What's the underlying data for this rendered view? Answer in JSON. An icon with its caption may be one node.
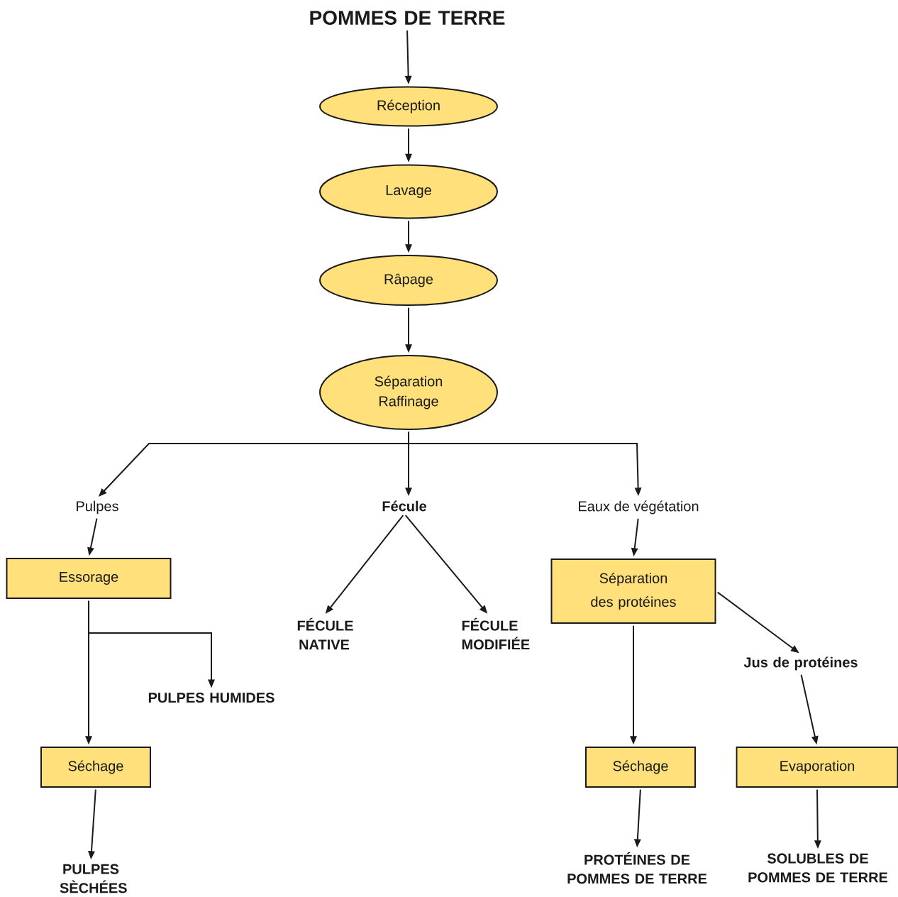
{
  "diagram": {
    "nodes": [
      {
        "text": [
          "POMMES DE TERRE"
        ]
      },
      {
        "text": [
          "Réception"
        ]
      },
      {
        "text": [
          "Lavage"
        ]
      },
      {
        "text": [
          "Râpage"
        ]
      },
      {
        "text": [
          "Séparation Raffinage"
        ]
      },
      {
        "text": [
          "Pulpes"
        ]
      },
      {
        "text": [
          "Fécule"
        ]
      },
      {
        "text": [
          "Eaux de végétation"
        ]
      },
      {
        "text": [
          "Essorage"
        ]
      },
      {
        "text": [
          "FÉCULE NATIVE"
        ]
      },
      {
        "text": [
          "FÉCULE MODIFIÉE"
        ]
      },
      {
        "text": [
          "Séparation des protéines"
        ]
      },
      {
        "text": [
          "PULPES HUMIDES"
        ]
      },
      {
        "text": [
          "Jus de protéines"
        ]
      },
      {
        "text": [
          "Séchage"
        ]
      },
      {
        "text": [
          "Séchage"
        ]
      },
      {
        "text": [
          "Evaporation"
        ]
      },
      {
        "text": [
          "PULPES SÈCHÉES"
        ]
      },
      {
        "text": [
          "PROTÉINES DE POMMES DE TERRE"
        ]
      },
      {
        "text": [
          "SOLUBLES DE POMMES DE TERRE"
        ]
      }
    ],
    "edges": [
      {
        "from": 0,
        "to": 1,
        "arrow": "to"
      },
      {
        "from": 1,
        "to": 2,
        "arrow": "to"
      },
      {
        "from": 2,
        "to": 3,
        "arrow": "to"
      },
      {
        "from": 3,
        "to": 4,
        "arrow": "to"
      },
      {
        "from": 4,
        "to": 5,
        "arrow": "to"
      },
      {
        "from": 4,
        "to": 6,
        "arrow": "to"
      },
      {
        "from": 4,
        "to": 7,
        "arrow": "to"
      },
      {
        "from": 5,
        "to": 8,
        "arrow": "to"
      },
      {
        "from": 6,
        "to": 9,
        "arrow": "to"
      },
      {
        "from": 6,
        "to": 10,
        "arrow": "to"
      },
      {
        "from": 7,
        "to": 11,
        "arrow": "to"
      },
      {
        "from": 8,
        "to": 12,
        "arrow": "to"
      },
      {
        "from": 8,
        "to": 14,
        "arrow": "to"
      },
      {
        "from": 11,
        "to": 15,
        "arrow": "to"
      },
      {
        "from": 11,
        "to": 13,
        "arrow": "to"
      },
      {
        "from": 13,
        "to": 16,
        "arrow": "to"
      },
      {
        "from": 14,
        "to": 17,
        "arrow": "to"
      },
      {
        "from": 15,
        "to": 18,
        "arrow": "to"
      },
      {
        "from": 16,
        "to": 19,
        "arrow": "to"
      }
    ]
  }
}
